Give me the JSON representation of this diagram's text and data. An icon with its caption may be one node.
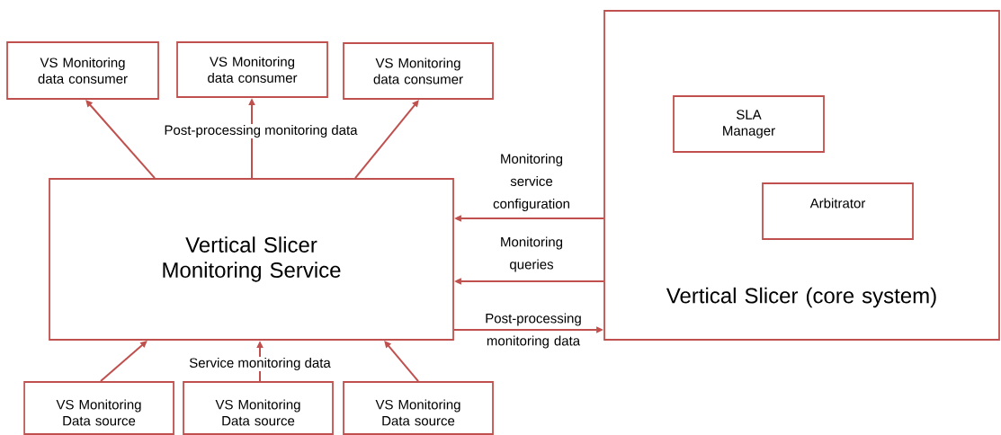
{
  "diagram": {
    "nodes": [
      {
        "text": [
          "VS Monitoring data consumer"
        ]
      },
      {
        "text": [
          "VS Monitoring data consumer"
        ]
      },
      {
        "text": [
          "VS Monitoring data consumer"
        ]
      },
      {
        "text": [
          "Vertical Slicer Monitoring Service"
        ]
      },
      {
        "text": [
          "Vertical Slicer (core system)"
        ]
      },
      {
        "text": [
          "SLA Manager"
        ],
        "in": 4
      },
      {
        "text": [
          "Arbitrator"
        ],
        "in": 4
      },
      {
        "text": [
          "VS Monitoring Data source"
        ]
      },
      {
        "text": [
          "VS Monitoring Data source"
        ]
      },
      {
        "text": [
          "VS Monitoring Data source"
        ]
      }
    ],
    "edges": [
      {
        "from": 3,
        "to": 0,
        "arrow": "to"
      },
      {
        "from": 3,
        "to": 1,
        "arrow": "to",
        "label": "Post-processing monitoring data"
      },
      {
        "from": 3,
        "to": 2,
        "arrow": "to"
      },
      {
        "from": 4,
        "to": 3,
        "arrow": "to",
        "label": "Monitoring service configuration"
      },
      {
        "from": 4,
        "to": 3,
        "arrow": "to",
        "label": "Monitoring queries"
      },
      {
        "from": 3,
        "to": 4,
        "arrow": "to",
        "label": "Post-processing monitoring data"
      },
      {
        "from": 7,
        "to": 3,
        "arrow": "to"
      },
      {
        "from": 8,
        "to": 3,
        "arrow": "to",
        "label": "Service monitoring data"
      },
      {
        "from": 9,
        "to": 3,
        "arrow": "to"
      }
    ]
  }
}
